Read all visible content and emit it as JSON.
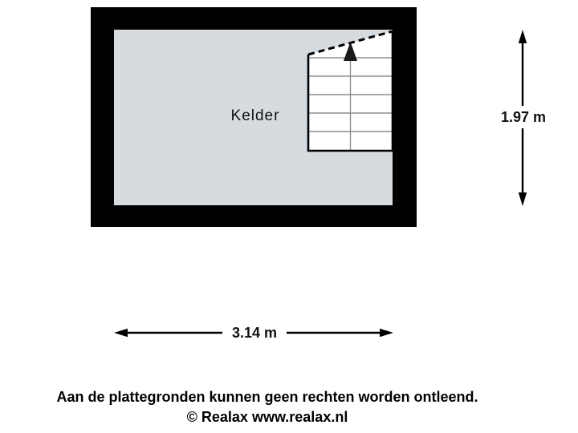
{
  "plan": {
    "room_label": "Kelder"
  },
  "dimensions": {
    "height": "1.97 m",
    "width": "3.14 m"
  },
  "footer": {
    "disclaimer": "Aan de plattegronden kunnen geen rechten worden ontleend.",
    "copyright": "© Realax www.realax.nl"
  },
  "colors": {
    "background": "#ffffff",
    "wall": "#000000",
    "floor_fill": "#d6dbdf",
    "stair_fill": "#ffffff",
    "step_line": "#8a8f94",
    "text": "#111111"
  }
}
